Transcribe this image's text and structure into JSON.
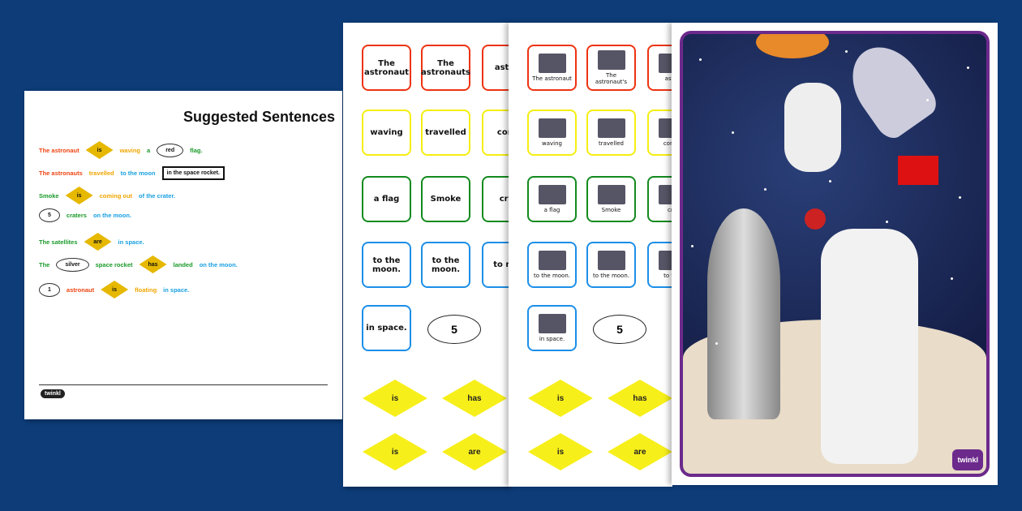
{
  "sheet1": {
    "title": "Suggested Sentences",
    "logo": "twinkl",
    "colors": {
      "red": "#ee4411",
      "orange": "#f0a500",
      "green": "#1a9a2a",
      "blue": "#19a0e0"
    },
    "rows": [
      [
        {
          "t": "text",
          "v": "The astronaut",
          "c": "red"
        },
        {
          "t": "dia",
          "v": "is"
        },
        {
          "t": "text",
          "v": "waving",
          "c": "orange"
        },
        {
          "t": "text",
          "v": "a",
          "c": "green"
        },
        {
          "t": "cloud",
          "v": "red"
        },
        {
          "t": "text",
          "v": "flag.",
          "c": "green"
        }
      ],
      [
        {
          "t": "text",
          "v": "The astronauts",
          "c": "red"
        },
        {
          "t": "text",
          "v": "travelled",
          "c": "orange"
        },
        {
          "t": "text",
          "v": "to the moon",
          "c": "blue"
        },
        {
          "t": "box",
          "v": "in the space rocket."
        }
      ],
      [
        {
          "t": "text",
          "v": "Smoke",
          "c": "green"
        },
        {
          "t": "dia",
          "v": "is"
        },
        {
          "t": "text",
          "v": "coming out",
          "c": "orange"
        },
        {
          "t": "text",
          "v": "of the crater.",
          "c": "blue"
        }
      ],
      [
        {
          "t": "cloud",
          "v": "5"
        },
        {
          "t": "text",
          "v": "craters",
          "c": "green"
        },
        {
          "t": "text",
          "v": "on the moon.",
          "c": "blue"
        }
      ],
      [
        {
          "t": "text",
          "v": "The satellites",
          "c": "green"
        },
        {
          "t": "dia",
          "v": "are"
        },
        {
          "t": "text",
          "v": "in space.",
          "c": "blue"
        }
      ],
      [
        {
          "t": "text",
          "v": "The",
          "c": "green"
        },
        {
          "t": "cloud",
          "v": "silver"
        },
        {
          "t": "text",
          "v": "space rocket",
          "c": "green"
        },
        {
          "t": "dia",
          "v": "has"
        },
        {
          "t": "text",
          "v": "landed",
          "c": "green"
        },
        {
          "t": "text",
          "v": "on the moon.",
          "c": "blue"
        }
      ],
      [
        {
          "t": "cloud",
          "v": "1"
        },
        {
          "t": "text",
          "v": "astronaut",
          "c": "red"
        },
        {
          "t": "dia",
          "v": "is"
        },
        {
          "t": "text",
          "v": "floating",
          "c": "orange"
        },
        {
          "t": "text",
          "v": "in space.",
          "c": "blue"
        }
      ]
    ]
  },
  "sheet2": {
    "cards": [
      {
        "v": "The astronaut",
        "c": "#ee3311"
      },
      {
        "v": "The astronauts",
        "c": "#ee3311"
      },
      {
        "v": "astro",
        "c": "#ee3311"
      },
      {
        "v": "waving",
        "c": "#f5ee10"
      },
      {
        "v": "travelled",
        "c": "#f5ee10"
      },
      {
        "v": "com",
        "c": "#f5ee10"
      },
      {
        "v": "a flag",
        "c": "#138a1e"
      },
      {
        "v": "Smoke",
        "c": "#138a1e"
      },
      {
        "v": "cra",
        "c": "#138a1e"
      },
      {
        "v": "to the moon.",
        "c": "#1c8fe8"
      },
      {
        "v": "to the moon.",
        "c": "#1c8fe8"
      },
      {
        "v": "to mo",
        "c": "#1c8fe8"
      },
      {
        "v": "in space.",
        "c": "#1c8fe8"
      }
    ],
    "cloud": "5",
    "diamonds": [
      "is",
      "has",
      "is",
      "are"
    ]
  },
  "sheet3": {
    "cards": [
      {
        "v": "The astronaut",
        "c": "#ee3311"
      },
      {
        "v": "The astronaut's",
        "c": "#ee3311"
      },
      {
        "v": "astro",
        "c": "#ee3311"
      },
      {
        "v": "waving",
        "c": "#f5ee10"
      },
      {
        "v": "travelled",
        "c": "#f5ee10"
      },
      {
        "v": "comin",
        "c": "#f5ee10"
      },
      {
        "v": "a flag",
        "c": "#138a1e"
      },
      {
        "v": "Smoke",
        "c": "#138a1e"
      },
      {
        "v": "cra",
        "c": "#138a1e"
      },
      {
        "v": "to the moon.",
        "c": "#1c8fe8"
      },
      {
        "v": "to the moon.",
        "c": "#1c8fe8"
      },
      {
        "v": "to the",
        "c": "#1c8fe8"
      },
      {
        "v": "in space.",
        "c": "#1c8fe8"
      }
    ],
    "cloud": "5",
    "diamonds": [
      "is",
      "has",
      "is",
      "are"
    ]
  },
  "poster": {
    "logo": "twinkl",
    "border_color": "#6c2a8c"
  }
}
